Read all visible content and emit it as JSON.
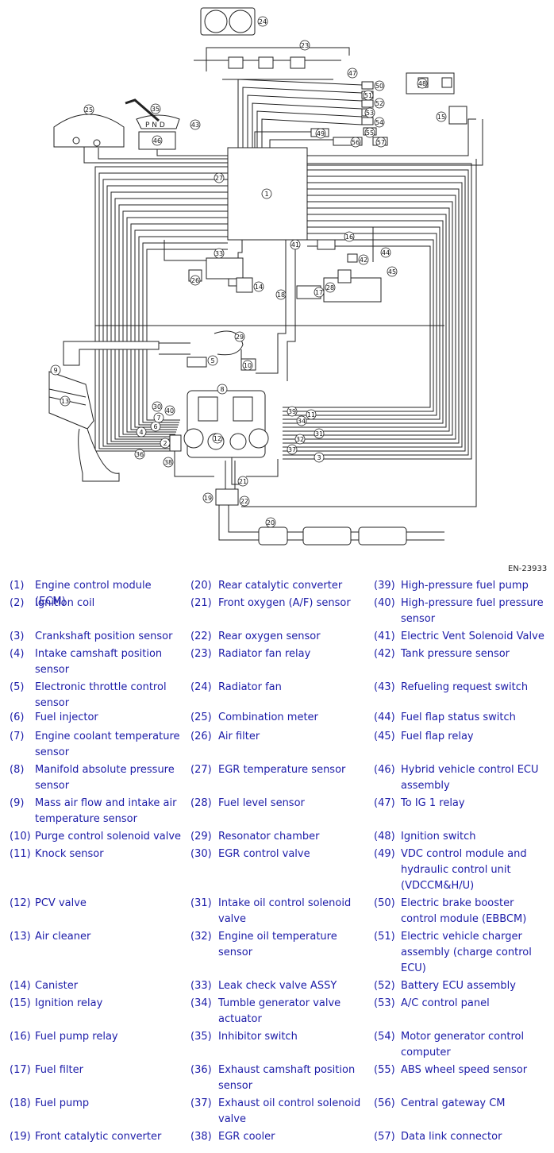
{
  "figure_code": "EN-23933",
  "diagram_callouts": [
    "1",
    "2",
    "3",
    "4",
    "5",
    "6",
    "7",
    "8",
    "9",
    "10",
    "11",
    "12",
    "13",
    "14",
    "15",
    "16",
    "17",
    "18",
    "19",
    "20",
    "21",
    "22",
    "23",
    "24",
    "25",
    "26",
    "27",
    "28",
    "29",
    "30",
    "31",
    "32",
    "33",
    "34",
    "35",
    "36",
    "37",
    "38",
    "39",
    "40",
    "41",
    "42",
    "43",
    "44",
    "45",
    "46",
    "47",
    "48",
    "49",
    "50",
    "51",
    "52",
    "53",
    "54",
    "55",
    "56",
    "57"
  ],
  "shift_letters": "P N D",
  "legend": [
    {
      "num": "(1)",
      "label": "Engine control module (ECM)"
    },
    {
      "num": "(2)",
      "label": "Ignition coil"
    },
    {
      "num": "(3)",
      "label": "Crankshaft position sensor"
    },
    {
      "num": "(4)",
      "label": "Intake camshaft position sensor"
    },
    {
      "num": "(5)",
      "label": "Electronic throttle control sensor"
    },
    {
      "num": "(6)",
      "label": "Fuel injector"
    },
    {
      "num": "(7)",
      "label": "Engine coolant temperature sensor"
    },
    {
      "num": "(8)",
      "label": "Manifold absolute pressure sensor"
    },
    {
      "num": "(9)",
      "label": "Mass air flow and intake air temperature sensor"
    },
    {
      "num": "(10)",
      "label": "Purge control solenoid valve"
    },
    {
      "num": "(11)",
      "label": "Knock sensor"
    },
    {
      "num": "(12)",
      "label": "PCV valve"
    },
    {
      "num": "(13)",
      "label": "Air cleaner"
    },
    {
      "num": "(14)",
      "label": "Canister"
    },
    {
      "num": "(15)",
      "label": "Ignition relay"
    },
    {
      "num": "(16)",
      "label": "Fuel pump relay"
    },
    {
      "num": "(17)",
      "label": "Fuel filter"
    },
    {
      "num": "(18)",
      "label": "Fuel pump"
    },
    {
      "num": "(19)",
      "label": "Front catalytic converter"
    },
    {
      "num": "(20)",
      "label": "Rear catalytic converter"
    },
    {
      "num": "(21)",
      "label": "Front oxygen (A/F) sensor"
    },
    {
      "num": "(22)",
      "label": "Rear oxygen sensor"
    },
    {
      "num": "(23)",
      "label": "Radiator fan relay"
    },
    {
      "num": "(24)",
      "label": "Radiator fan"
    },
    {
      "num": "(25)",
      "label": "Combination meter"
    },
    {
      "num": "(26)",
      "label": "Air filter"
    },
    {
      "num": "(27)",
      "label": "EGR temperature sensor"
    },
    {
      "num": "(28)",
      "label": "Fuel level sensor"
    },
    {
      "num": "(29)",
      "label": "Resonator chamber"
    },
    {
      "num": "(30)",
      "label": "EGR control valve"
    },
    {
      "num": "(31)",
      "label": "Intake oil control solenoid valve"
    },
    {
      "num": "(32)",
      "label": "Engine oil temperature sensor"
    },
    {
      "num": "(33)",
      "label": "Leak check valve ASSY"
    },
    {
      "num": "(34)",
      "label": "Tumble generator valve actuator"
    },
    {
      "num": "(35)",
      "label": "Inhibitor switch"
    },
    {
      "num": "(36)",
      "label": "Exhaust camshaft position sensor"
    },
    {
      "num": "(37)",
      "label": "Exhaust oil control solenoid valve"
    },
    {
      "num": "(38)",
      "label": "EGR cooler"
    },
    {
      "num": "(39)",
      "label": "High-pressure fuel pump"
    },
    {
      "num": "(40)",
      "label": "High-pressure fuel pressure sensor"
    },
    {
      "num": "(41)",
      "label": "Electric Vent Solenoid Valve"
    },
    {
      "num": "(42)",
      "label": "Tank pressure sensor"
    },
    {
      "num": "(43)",
      "label": "Refueling request switch"
    },
    {
      "num": "(44)",
      "label": "Fuel flap status switch"
    },
    {
      "num": "(45)",
      "label": "Fuel flap relay"
    },
    {
      "num": "(46)",
      "label": "Hybrid vehicle control ECU assembly"
    },
    {
      "num": "(47)",
      "label": "To IG 1 relay"
    },
    {
      "num": "(48)",
      "label": "Ignition switch"
    },
    {
      "num": "(49)",
      "label": "VDC control module and hydraulic control unit (VDCCM&H/U)"
    },
    {
      "num": "(50)",
      "label": "Electric brake booster control module (EBBCM)"
    },
    {
      "num": "(51)",
      "label": "Electric vehicle charger assembly (charge control ECU)"
    },
    {
      "num": "(52)",
      "label": "Battery ECU assembly"
    },
    {
      "num": "(53)",
      "label": "A/C control panel"
    },
    {
      "num": "(54)",
      "label": "Motor generator control computer"
    },
    {
      "num": "(55)",
      "label": "ABS wheel speed sensor"
    },
    {
      "num": "(56)",
      "label": "Central gateway CM"
    },
    {
      "num": "(57)",
      "label": "Data link connector"
    }
  ]
}
